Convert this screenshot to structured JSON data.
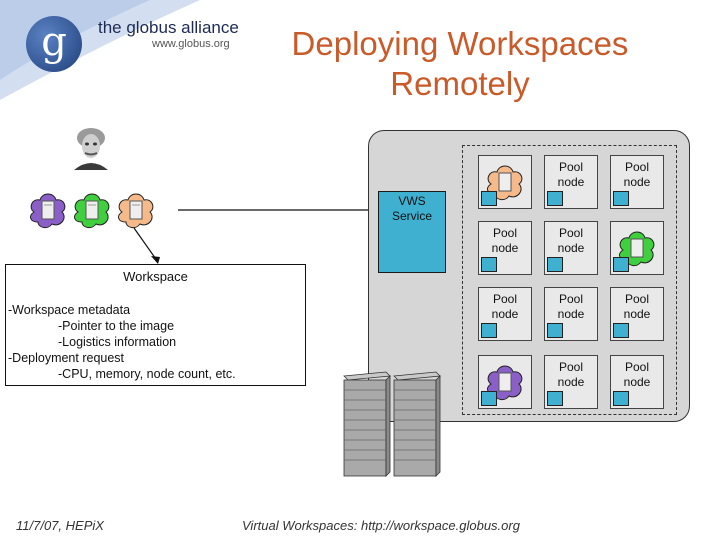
{
  "header": {
    "brand": "the globus alliance",
    "url": "www.globus.org",
    "logo_letter": "g",
    "title_line1": "Deploying Workspaces",
    "title_line2": "Remotely"
  },
  "vws": {
    "line1": "VWS",
    "line2": "Service"
  },
  "pool_node": {
    "line1": "Pool",
    "line2": "node"
  },
  "workspace": {
    "title": "Workspace",
    "lines": [
      "-Workspace metadata",
      "-Pointer to the image",
      "-Logistics information",
      "-Deployment request",
      "-CPU, memory, node count, etc."
    ]
  },
  "footer": {
    "left": "11/7/07, HEPiX",
    "center": "Virtual Workspaces: http://workspace.globus.org"
  },
  "colors": {
    "title": "#c95a2a",
    "vws": "#3fb0d0",
    "cluster": "#d6d6d6",
    "vm_purple": "#8a5fc7",
    "vm_green": "#3fcf3f",
    "vm_peach": "#f5b98a"
  },
  "icons": {
    "user": "person-photo-icon",
    "vm": "virtual-machine-cloud-icon",
    "rack": "server-rack-icon",
    "logo": "globus-logo-icon"
  }
}
